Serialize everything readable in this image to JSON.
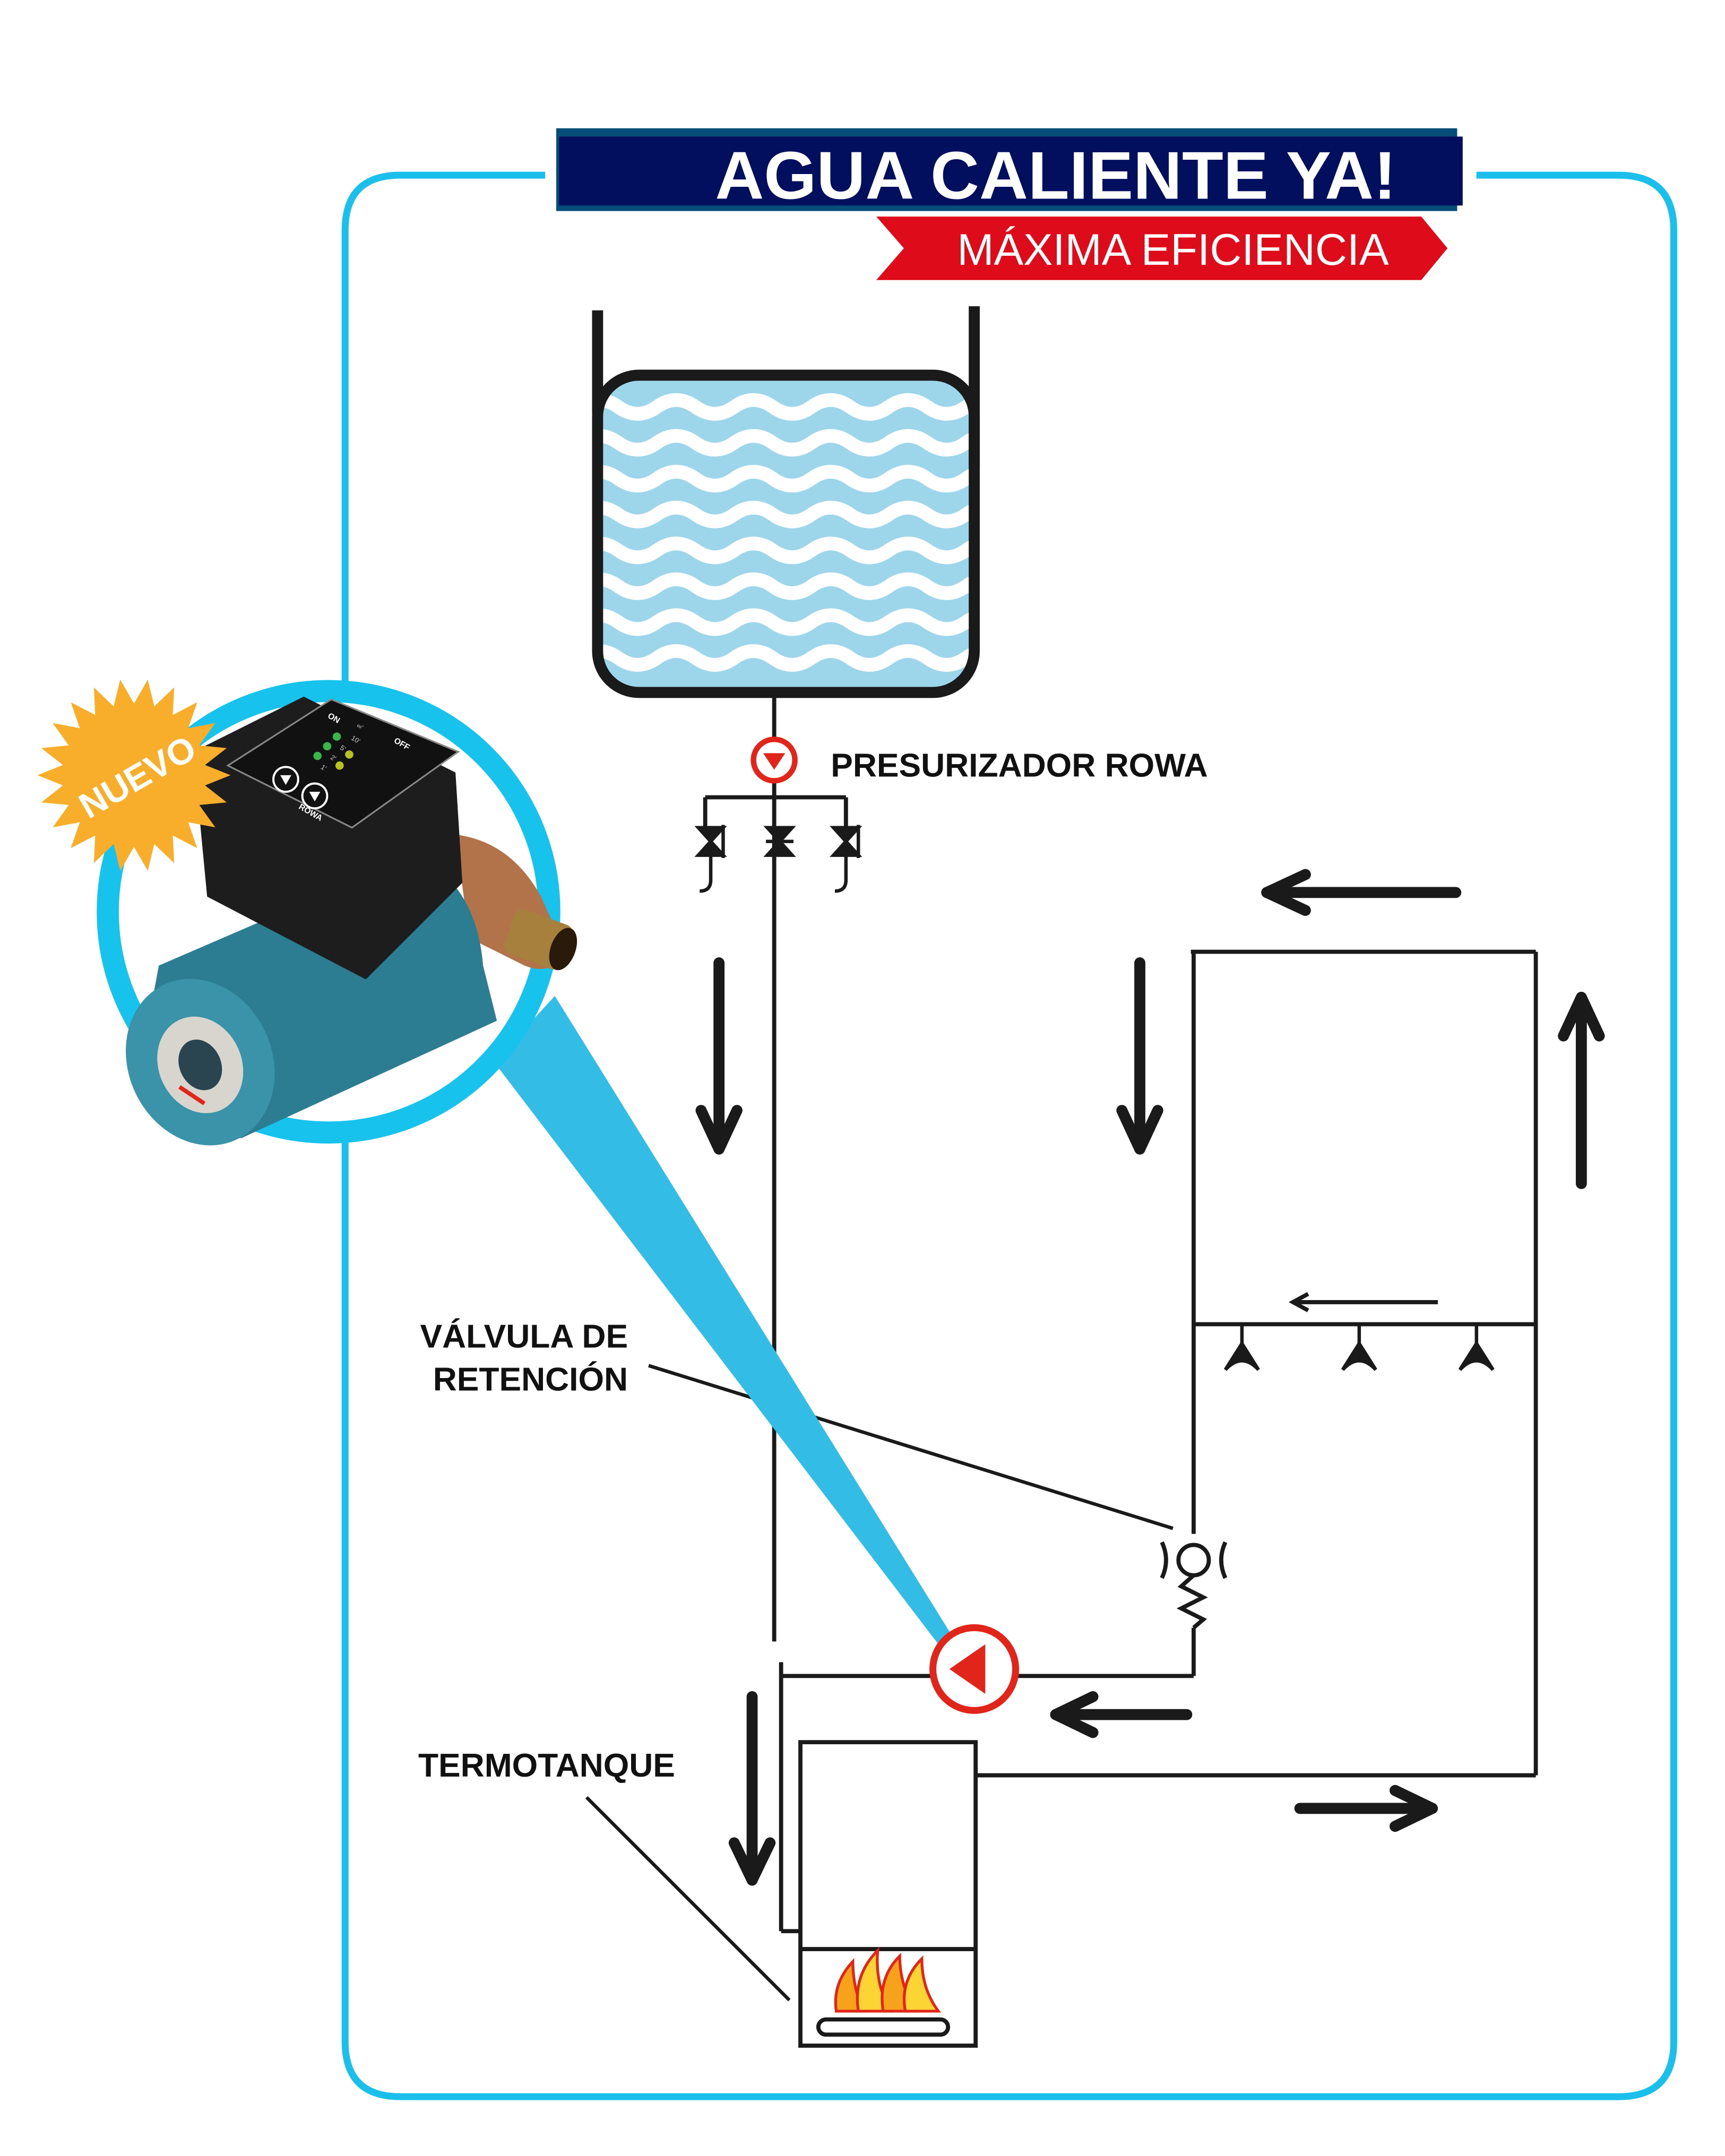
{
  "header": {
    "title": "AGUA CALIENTE YA!",
    "subtitle": "MÁXIMA EFICIENCIA"
  },
  "badge": {
    "label": "NUEVO"
  },
  "product": {
    "brand": "ROWA",
    "panel_labels": [
      "ON",
      "OFF",
      "∞'",
      "10'",
      "5'",
      "2'",
      "1'"
    ]
  },
  "diagram": {
    "labels": {
      "pressurizer": "PRESURIZADOR ROWA",
      "check_valve_line1": "VÁLVULA DE",
      "check_valve_line2": "RETENCIÓN",
      "water_heater": "TERMOTANQUE"
    }
  },
  "colors": {
    "frame": "#1ac0eb",
    "title_bg": "#020f5e",
    "subtitle_bg": "#de0c1b",
    "pump_red": "#e1251b",
    "water": "#9dd6ea",
    "badge": "#f9ae2b"
  }
}
